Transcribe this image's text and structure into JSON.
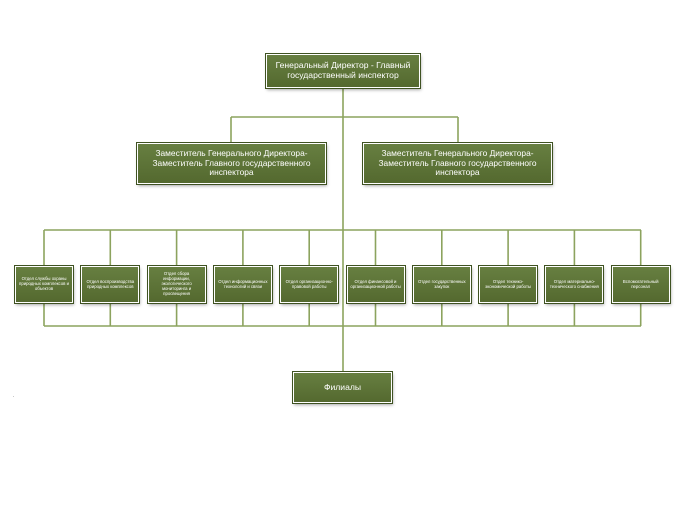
{
  "colors": {
    "box_fill": "#5f763a",
    "box_border": "#3f5222",
    "line": "#8ca35e",
    "text": "#ffffff"
  },
  "director": {
    "label": "Генеральный Директор - Главный государственный инспектор"
  },
  "deputies": [
    {
      "label": "Заместитель Генерального Директора- Заместитель Главного государственного инспектора"
    },
    {
      "label": "Заместитель Генерального Директора- Заместитель Главного государственного инспектора"
    }
  ],
  "departments": [
    {
      "label": "Отдел службы охраны природных комплексов и объектов"
    },
    {
      "label": "Отдел воспроизводства природных комплексов"
    },
    {
      "label": "Отдел сбора информации, экологического мониторинга и просвещения"
    },
    {
      "label": "Отдел информационных технологий и связи"
    },
    {
      "label": "Отдел организационно-правовой работы"
    },
    {
      "label": "Отдел финансовой и организационной работы"
    },
    {
      "label": "Отдел государственных закупок"
    },
    {
      "label": "Отдел технико-экономической работы"
    },
    {
      "label": "Отдел материально-технического снабжения"
    },
    {
      "label": "Вспомогательный персонал"
    }
  ],
  "branches": {
    "label": "Филиалы"
  }
}
